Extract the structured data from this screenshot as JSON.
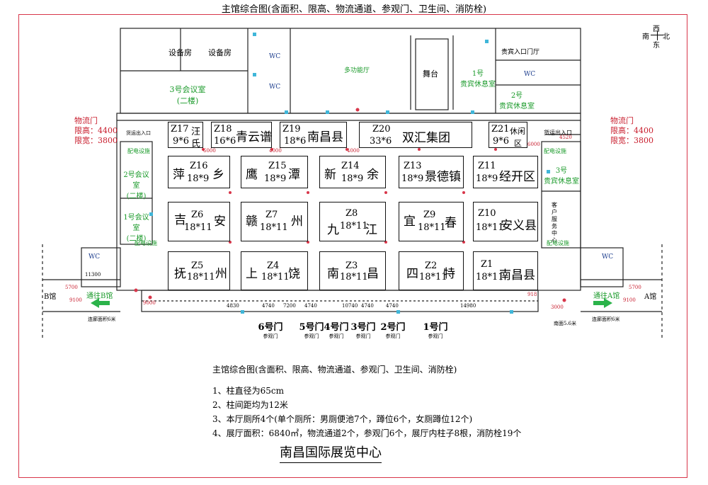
{
  "title": "主馆综合图(含面积、限高、物流通道、参观门、卫生间、消防栓)",
  "compass": {
    "west": "西",
    "south": "南",
    "north": "北",
    "east": "东"
  },
  "rooms": {
    "equipment_1": "设备房",
    "equipment_2": "设备房",
    "meeting_3": "3号会议室",
    "meeting_3_floor": "(二楼)",
    "multipurpose": "多功能厅",
    "stage": "舞台",
    "vip_entrance": "贵宾入口门厅",
    "vip_lounge_1_num": "1号",
    "vip_lounge_1": "贵宾休息室",
    "vip_lounge_2_num": "2号",
    "vip_lounge_2": "贵宾休息室",
    "vip_lounge_3_num": "3号",
    "vip_lounge_3": "贵宾休息室",
    "meeting_2": "2号会议室",
    "meeting_2_floor": "(二楼)",
    "meeting_1": "1号会议室",
    "meeting_1_floor": "(二楼)",
    "freight_entrance_right": "货运出入口",
    "freight_entrance_left": "货运出入口",
    "power_room": "配电设施",
    "service_center": "客户服务中心",
    "wc": "WC"
  },
  "logistics": {
    "left": {
      "label": "物流门",
      "height": "限高：4400",
      "width": "限宽：3800"
    },
    "right": {
      "label": "物流门",
      "height": "限高：4400",
      "width": "限宽：3800"
    }
  },
  "booths": [
    {
      "id": "Z17",
      "name_a": "汪",
      "name_b": "氏",
      "size": "9*6"
    },
    {
      "id": "Z18",
      "name_a": "青云谱",
      "name_b": "",
      "size": "16*6"
    },
    {
      "id": "Z19",
      "name_a": "南昌县",
      "name_b": "",
      "size": "18*6"
    },
    {
      "id": "Z20",
      "name_a": "双汇集团",
      "name_b": "",
      "size": "33*6"
    },
    {
      "id": "Z21",
      "name_a": "休闲",
      "name_b": "区",
      "size": "9*6"
    },
    {
      "id": "Z16",
      "name_a": "萍",
      "name_b": "乡",
      "size": "18*9"
    },
    {
      "id": "Z15",
      "name_a": "鹰",
      "name_b": "潭",
      "size": "18*9"
    },
    {
      "id": "Z14",
      "name_a": "新",
      "name_b": "余",
      "size": "18*9"
    },
    {
      "id": "Z13",
      "name_a": "景德镇",
      "name_b": "",
      "size": "18*9"
    },
    {
      "id": "Z11",
      "name_a": "经开区",
      "name_b": "",
      "size": "18*9"
    },
    {
      "id": "Z6",
      "name_a": "吉",
      "name_b": "安",
      "size": "18*11"
    },
    {
      "id": "Z7",
      "name_a": "赣",
      "name_b": "州",
      "size": "18*11"
    },
    {
      "id": "Z8",
      "name_a": "九",
      "name_b": "江",
      "size": "18*11"
    },
    {
      "id": "Z9",
      "name_a": "宜",
      "name_b": "春",
      "size": "18*11"
    },
    {
      "id": "Z10",
      "name_a": "安义县",
      "name_b": "",
      "size": "18*11"
    },
    {
      "id": "Z5",
      "name_a": "抚",
      "name_b": "州",
      "size": "18*11"
    },
    {
      "id": "Z4",
      "name_a": "上",
      "name_b": "饶",
      "size": "18*11"
    },
    {
      "id": "Z3",
      "name_a": "南",
      "name_b": "昌",
      "size": "18*11"
    },
    {
      "id": "Z2",
      "name_a": "四",
      "name_b": "特",
      "size": "18*11"
    },
    {
      "id": "Z1",
      "name_a": "南昌县",
      "name_b": "",
      "size": "18*11"
    }
  ],
  "dimensions": {
    "d6000a": "6000",
    "d6000b": "6000",
    "d4000a": "4000",
    "d4000b": "4000",
    "d4520": "4520",
    "d11300": "11300",
    "d5700a": "5700",
    "d5700b": "5700",
    "d9100a": "9100",
    "d9100b": "9100",
    "d4830": "4830",
    "d4740a": "4740",
    "d7200": "7200",
    "d4740b": "4740",
    "d10740": "10740",
    "d4740c": "4740",
    "d4740d": "4740",
    "d14980": "14980",
    "d918": "918",
    "d9000": "9000",
    "d3000": "3000"
  },
  "halls": {
    "b": "B馆",
    "a": "A馆",
    "to_b": "通往B馆",
    "to_a": "通往A馆",
    "corridor_b": "连廊面积6米",
    "corridor_a": "连廊面积6米",
    "south_corridor": "南面5.6米"
  },
  "doors": [
    {
      "num": "6号门",
      "label": "参观门"
    },
    {
      "num": "5号门",
      "label": "参观门"
    },
    {
      "num": "4号门",
      "label": "参观门"
    },
    {
      "num": "3号门",
      "label": "参观门"
    },
    {
      "num": "2号门",
      "label": "参观门"
    },
    {
      "num": "1号门",
      "label": "参观门"
    }
  ],
  "notes": {
    "heading": "主馆综合图(含面积、限高、物流通道、参观门、卫生间、消防栓)",
    "items": [
      "1、柱直径为65cm",
      "2、柱间距均为12米",
      "3、本厅厕所4个(单个厕所：男厕便池7个，蹲位6个，女厕蹲位12个)",
      "4、展厅面积：6840㎡，物流通道2个，参观门6个，展厅内柱子8根，消防栓19个"
    ]
  },
  "footer": "南昌国际展览中心",
  "colors": {
    "frame": "#d8364a",
    "accent_green": "#1a9a2a",
    "hydrant": "#c81c2c",
    "marker": "#3fb6d9"
  }
}
